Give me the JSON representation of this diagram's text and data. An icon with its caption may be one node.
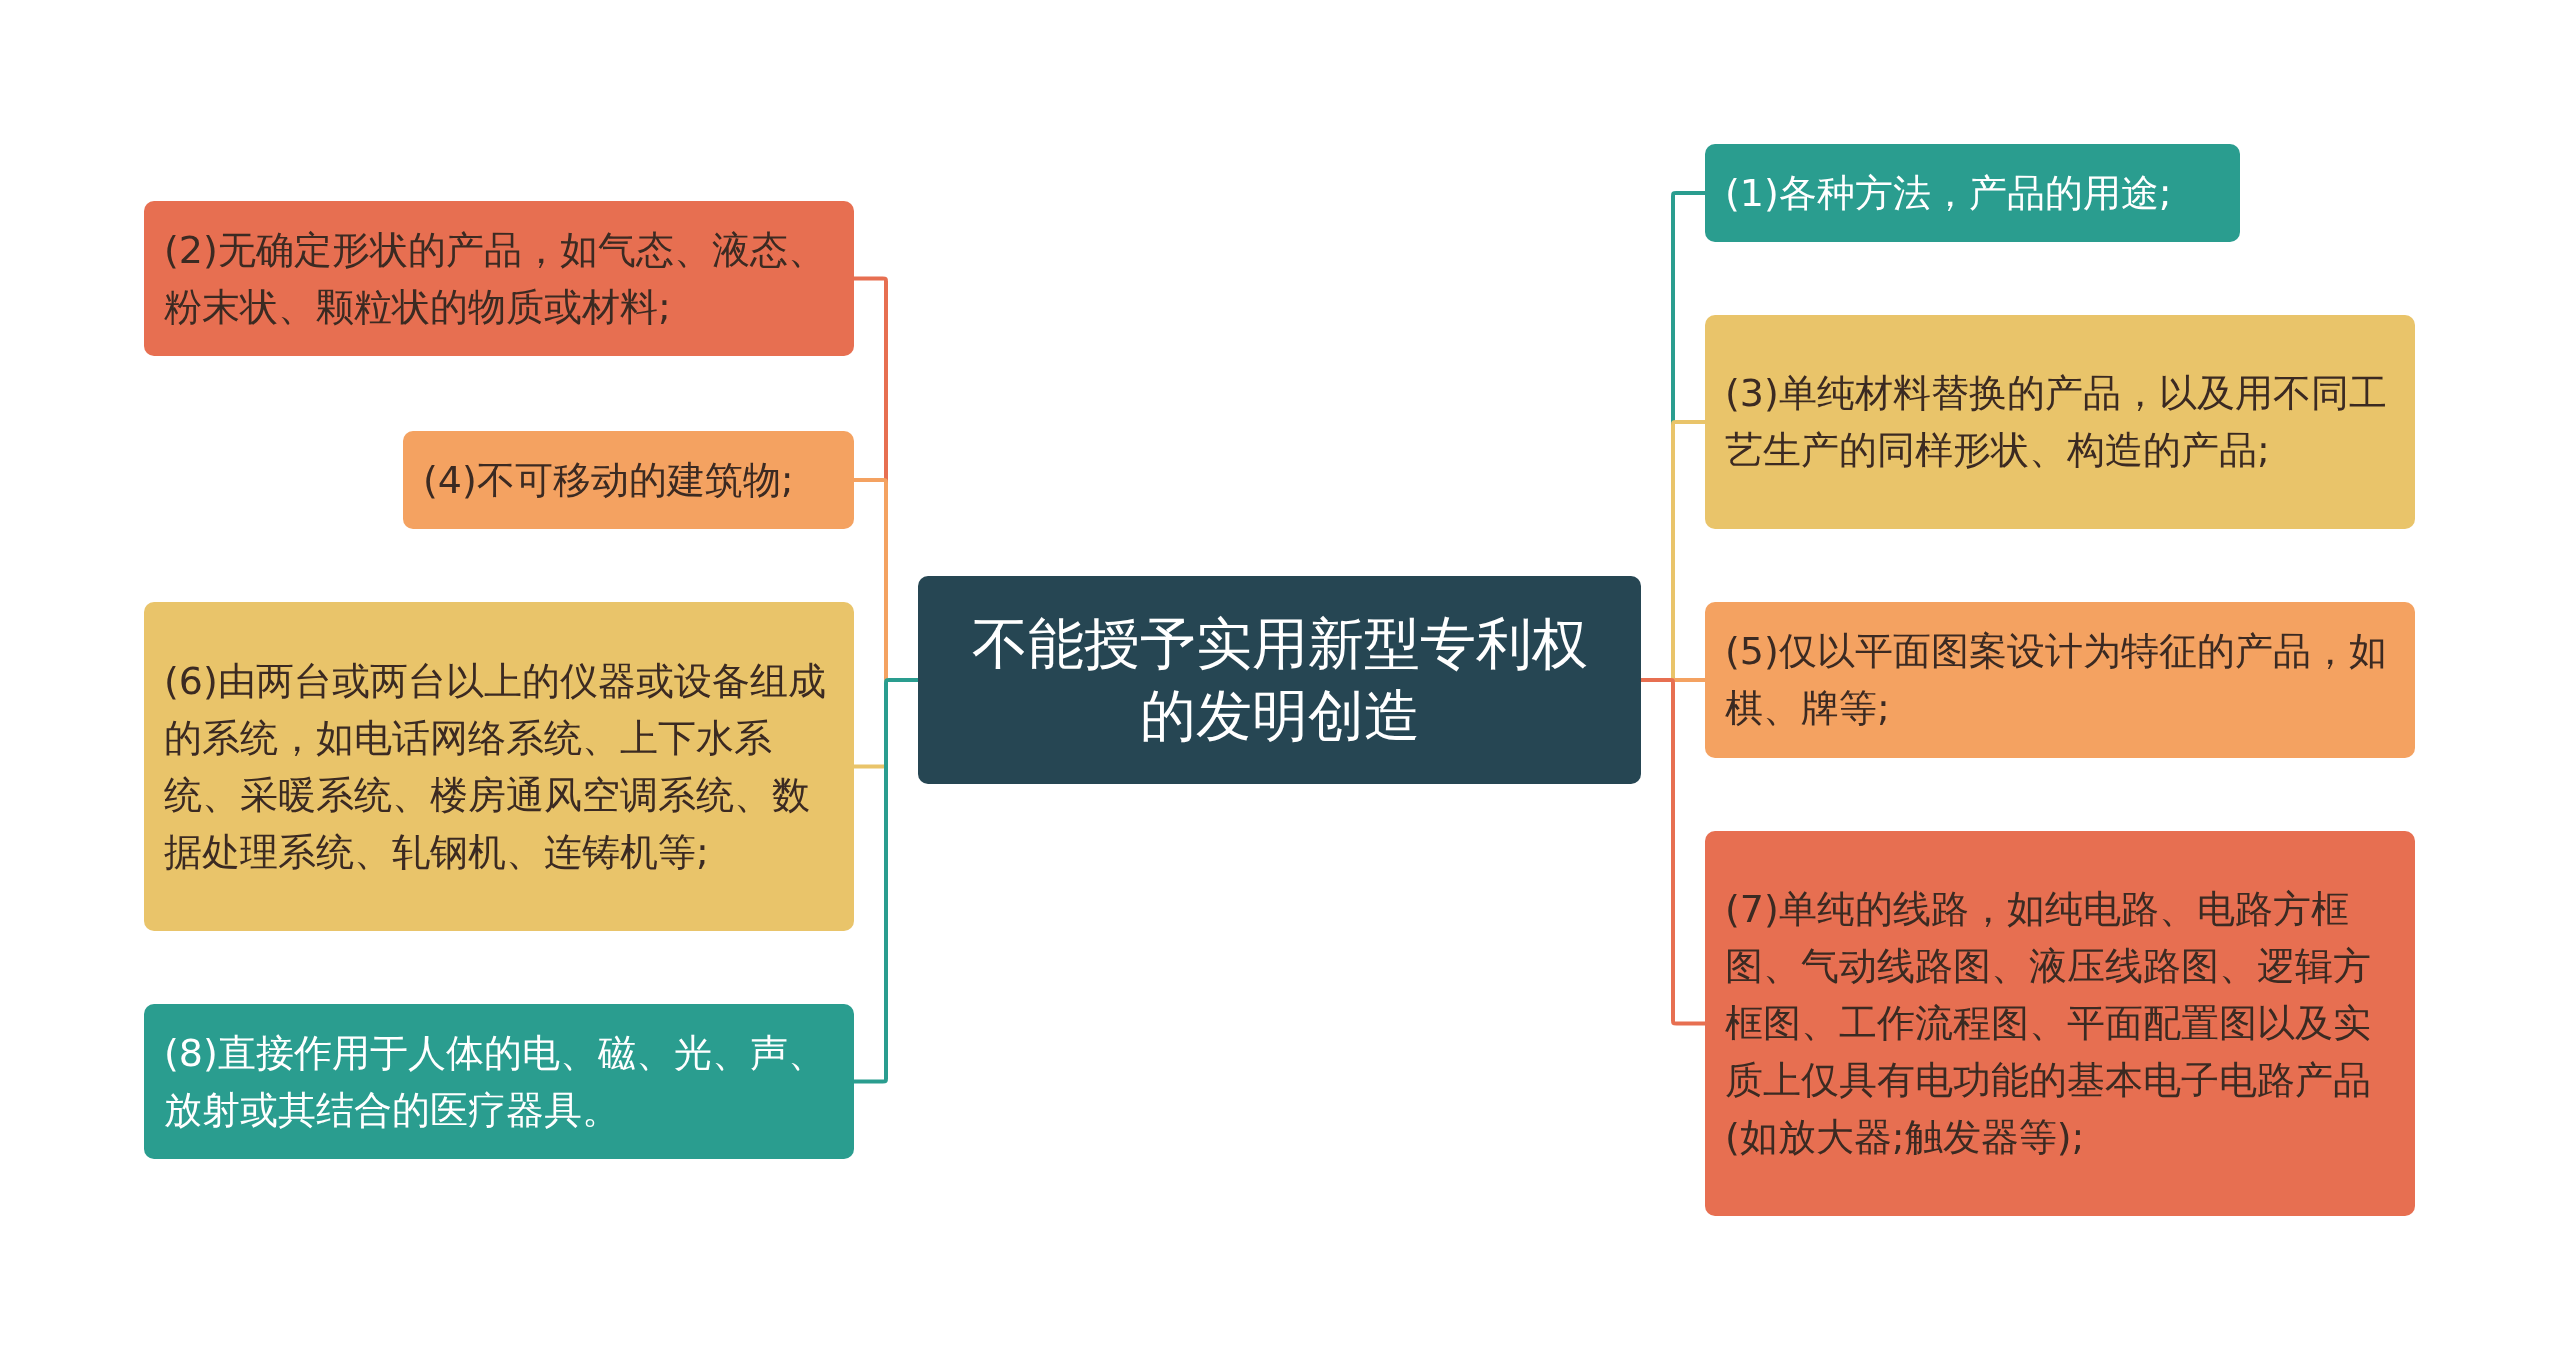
{
  "diagram": {
    "nodes": [
      {
        "text": [
          "不能授予实用新型专利权的发明创造"
        ]
      },
      {
        "text": [
          "(1)各种方法，产品的用途;"
        ]
      },
      {
        "text": [
          "(2)无确定形状的产品，如气态、液态、粉末状、颗粒状的物质或材料;"
        ]
      },
      {
        "text": [
          "(3)单纯材料替换的产品，以及用不同工艺生产的同样形状、构造的产品;"
        ]
      },
      {
        "text": [
          "(4)不可移动的建筑物;"
        ]
      },
      {
        "text": [
          "(5)仅以平面图案设计为特征的产品，如棋、牌等;"
        ]
      },
      {
        "text": [
          "(6)由两台或两台以上的仪器或设备组成的系统，如电话网络系统、上下水系统、采暖系统、楼房通风空调系统、数据处理系统、轧钢机、连铸机等;"
        ]
      },
      {
        "text": [
          "(7)单纯的线路，如纯电路、电路方框图、气动线路图、液压线路图、逻辑方框图、工作流程图、平面配置图以及实质上仅具有电功能的基本电子电路产品(如放大器;触发器等);"
        ]
      },
      {
        "text": [
          "(8)直接作用于人体的电、磁、光、声、放射或其结合的医疗器具。"
        ]
      }
    ],
    "edges": [
      {
        "from": 0,
        "to": 1,
        "arrow": "none",
        "color": "#2a9d8f"
      },
      {
        "from": 0,
        "to": 2,
        "arrow": "none",
        "color": "#e76f51"
      },
      {
        "from": 0,
        "to": 3,
        "arrow": "none",
        "color": "#e9c46a"
      },
      {
        "from": 0,
        "to": 4,
        "arrow": "none",
        "color": "#f4a261"
      },
      {
        "from": 0,
        "to": 5,
        "arrow": "none",
        "color": "#f4a261"
      },
      {
        "from": 0,
        "to": 6,
        "arrow": "none",
        "color": "#e9c46a"
      },
      {
        "from": 0,
        "to": 7,
        "arrow": "none",
        "color": "#e76f51"
      },
      {
        "from": 0,
        "to": 8,
        "arrow": "none",
        "color": "#2a9d8f"
      }
    ]
  }
}
